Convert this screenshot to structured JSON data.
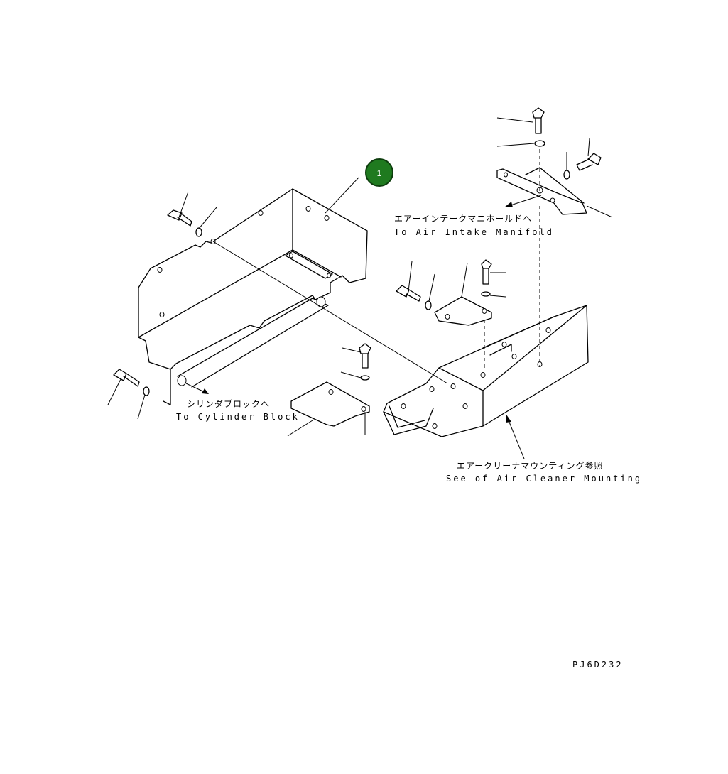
{
  "callouts": [
    {
      "id": "1",
      "color": "#1f7a1f",
      "text_color": "#ffffff"
    }
  ],
  "annotations": {
    "intake_jp": "エアーインテークマニホールドへ",
    "intake_en": "To Air Intake Manifold",
    "cylinder_jp": "シリンダブロックへ",
    "cylinder_en": "To Cylinder Block",
    "cleaner_jp": "エアークリーナマウンティング参照",
    "cleaner_en": "See of Air Cleaner Mounting"
  },
  "drawing_code": "PJ6D232"
}
